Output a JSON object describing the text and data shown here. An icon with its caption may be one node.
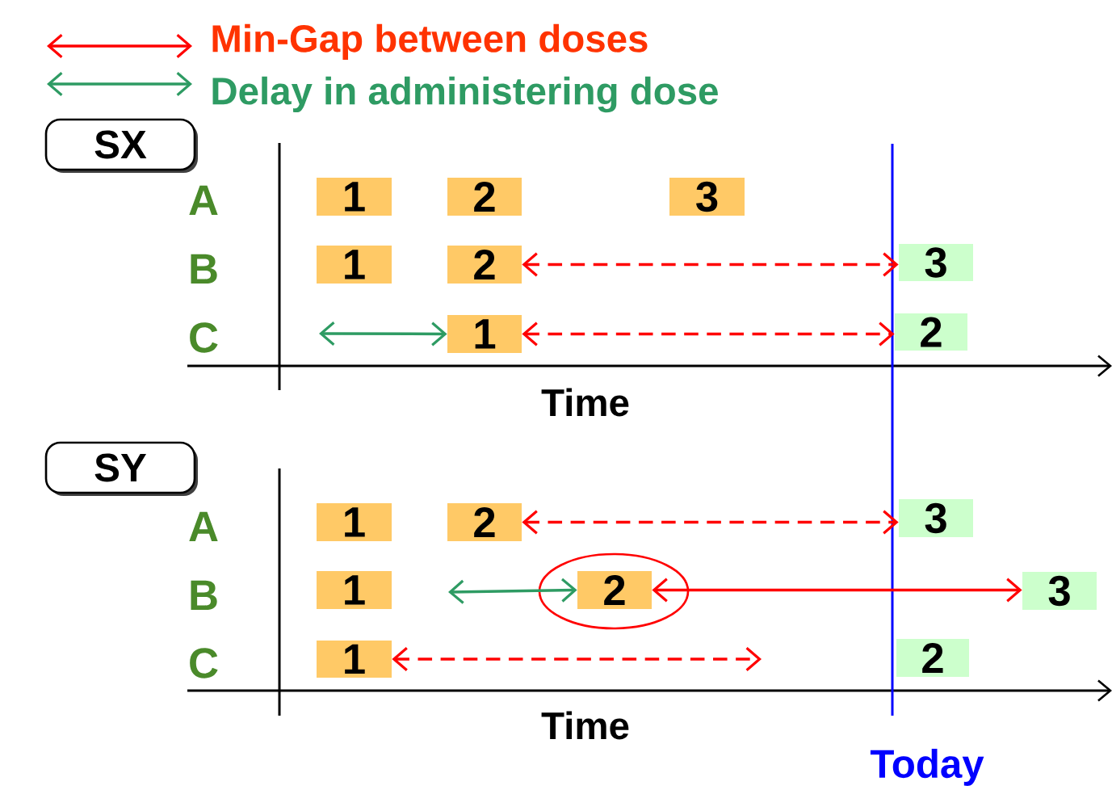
{
  "diagram": {
    "nodes": [
      {
        "text": [
          "SX"
        ]
      },
      {
        "text": [
          "SY"
        ]
      },
      {
        "text": [
          "1"
        ]
      },
      {
        "text": [
          "2"
        ]
      },
      {
        "text": [
          "3"
        ]
      },
      {
        "text": [
          "1"
        ]
      },
      {
        "text": [
          "2"
        ]
      },
      {
        "text": [
          "3"
        ]
      },
      {
        "text": [
          "1"
        ]
      },
      {
        "text": [
          "2"
        ]
      },
      {
        "text": [
          "1"
        ]
      },
      {
        "text": [
          "2"
        ]
      },
      {
        "text": [
          "3"
        ]
      },
      {
        "text": [
          "1"
        ]
      },
      {
        "text": [
          "2"
        ]
      },
      {
        "text": [
          "3"
        ]
      },
      {
        "text": [
          "1"
        ]
      },
      {
        "text": [
          "2"
        ]
      }
    ],
    "edges": [
      {
        "from": 6,
        "to": 7,
        "arrow": "both",
        "style": "dashed"
      },
      {
        "from": null,
        "to": 8,
        "arrow": "both",
        "color": "#2e9b63"
      },
      {
        "from": 8,
        "to": 9,
        "arrow": "both",
        "style": "dashed"
      },
      {
        "from": 11,
        "to": 12,
        "arrow": "both",
        "style": "dashed"
      },
      {
        "from": null,
        "to": 14,
        "arrow": "both",
        "color": "#2e9b63"
      },
      {
        "from": 14,
        "to": 15,
        "arrow": "both"
      },
      {
        "from": 16,
        "to": null,
        "arrow": "both",
        "style": "dashed"
      }
    ],
    "labels": [
      "A",
      "B",
      "C",
      "Time",
      "A",
      "B",
      "C",
      "Time",
      "Today"
    ],
    "legend": [
      {
        "text": "Min-Gap between doses"
      },
      {
        "text": "Delay in administering dose"
      }
    ]
  }
}
